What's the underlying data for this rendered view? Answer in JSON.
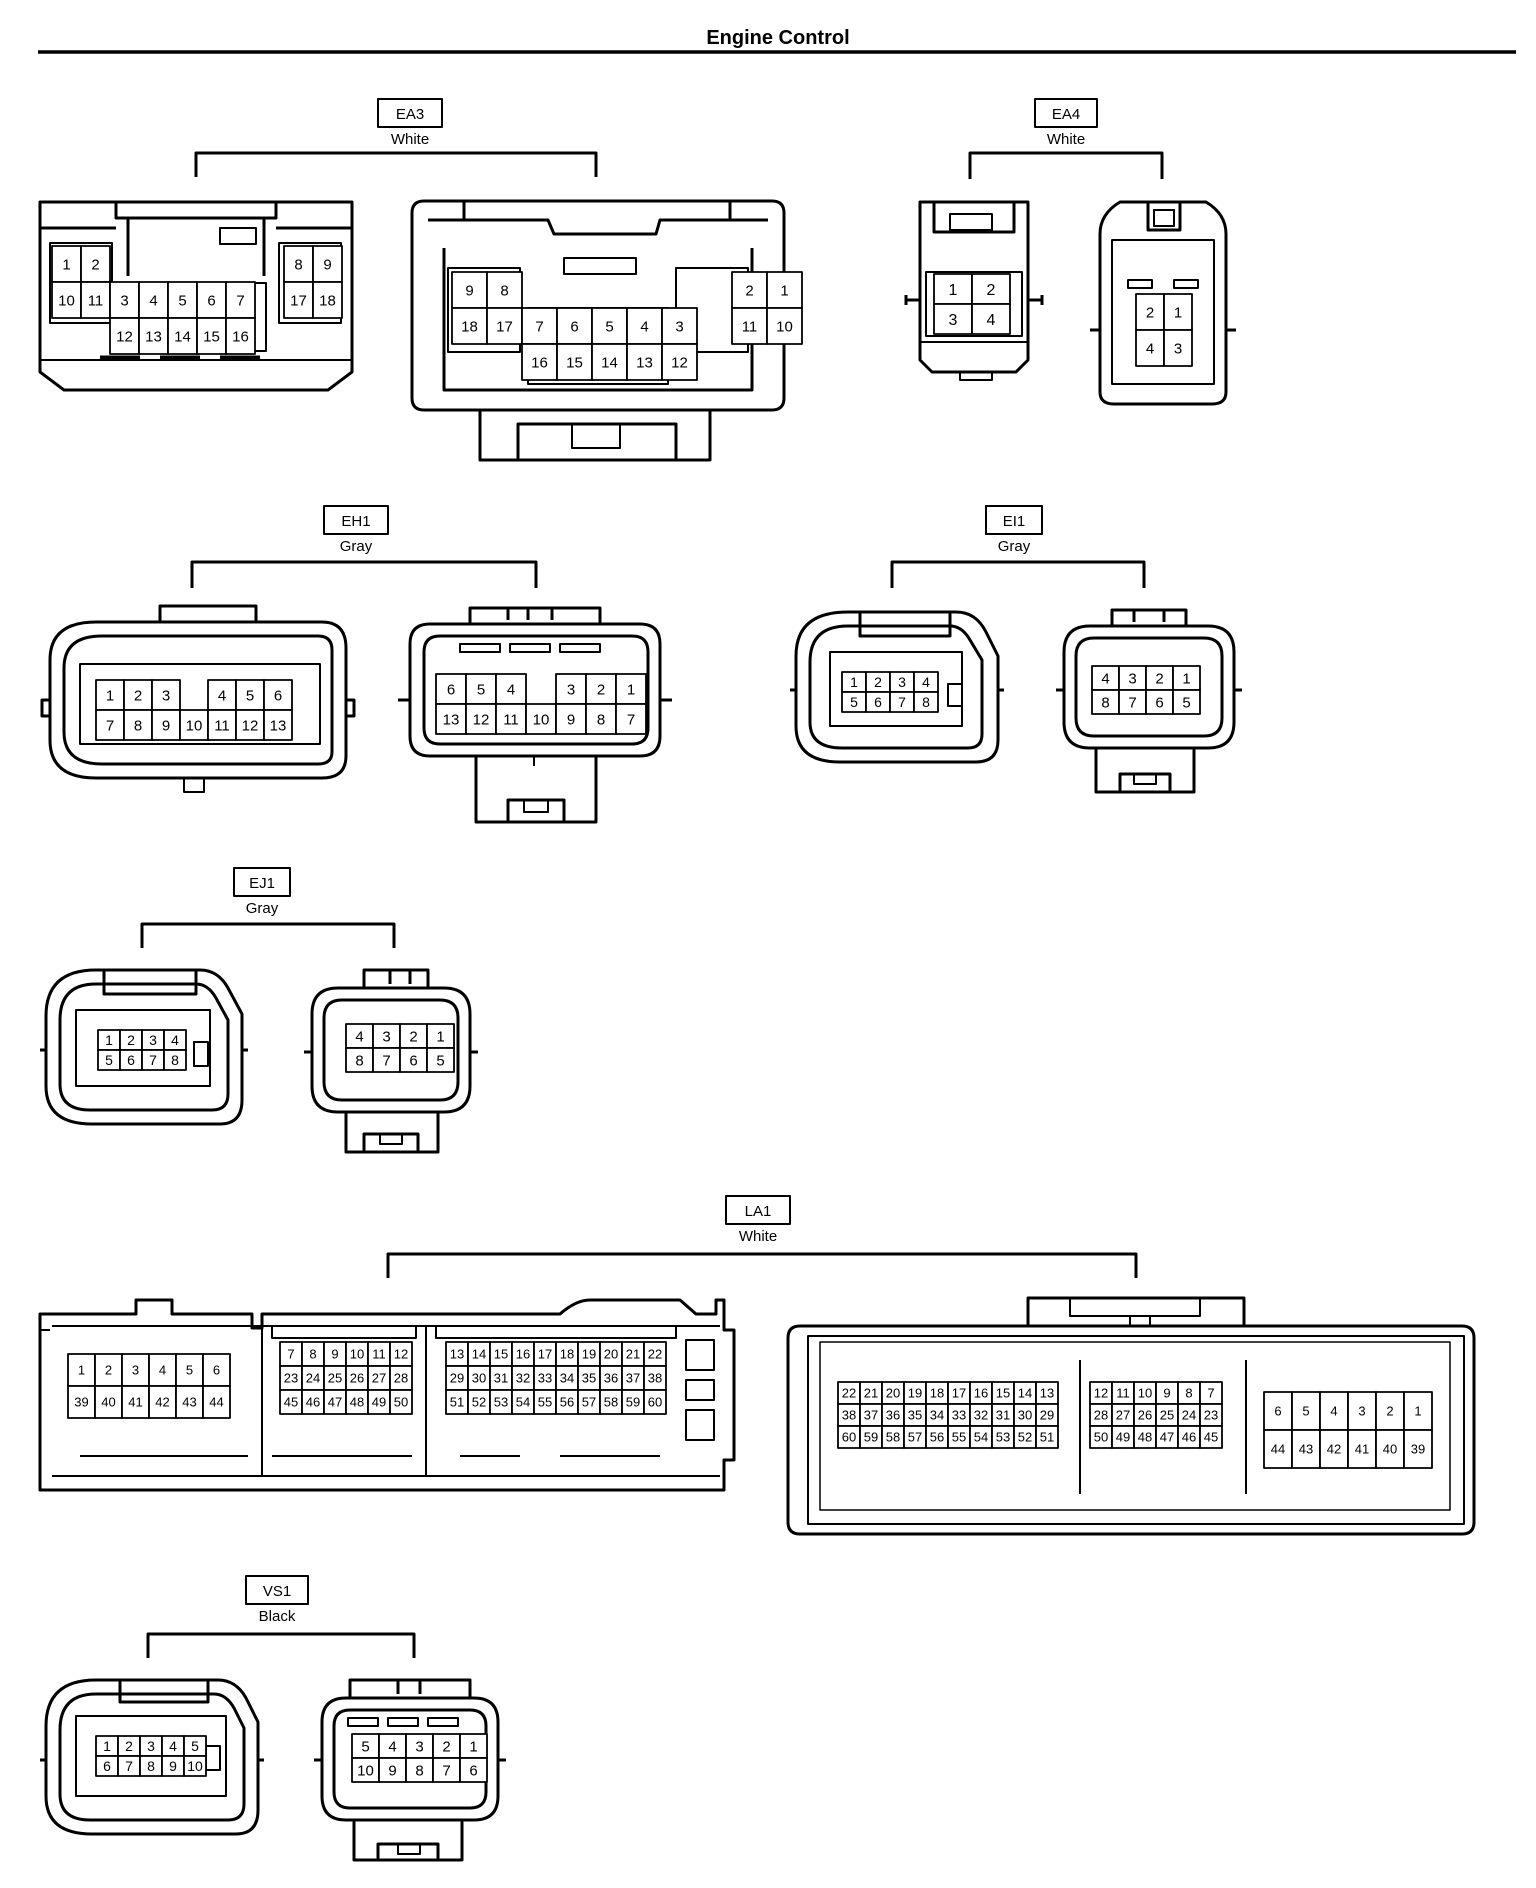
{
  "title": "Engine Control",
  "connectors": [
    {
      "id": "EA3",
      "color": "White",
      "views": [
        {
          "rows": [
            [
              "1",
              "2",
              null,
              null,
              null,
              null,
              null,
              null,
              "8",
              "9"
            ],
            [
              "10",
              "11",
              "3",
              "4",
              "5",
              "6",
              "7",
              null,
              "17",
              "18"
            ],
            [
              null,
              null,
              "12",
              "13",
              "14",
              "15",
              "16",
              null,
              null,
              null
            ]
          ]
        },
        {
          "rows": [
            [
              "9",
              "8",
              null,
              null,
              null,
              null,
              null,
              null,
              "2",
              "1"
            ],
            [
              "18",
              "17",
              "7",
              "6",
              "5",
              "4",
              "3",
              null,
              "11",
              "10"
            ],
            [
              null,
              null,
              "16",
              "15",
              "14",
              "13",
              "12",
              null,
              null,
              null
            ]
          ]
        }
      ]
    },
    {
      "id": "EA4",
      "color": "White",
      "views": [
        {
          "rows": [
            [
              "1",
              "2"
            ],
            [
              "3",
              "4"
            ]
          ]
        },
        {
          "rows": [
            [
              "2",
              "1"
            ],
            [
              "4",
              "3"
            ]
          ]
        }
      ]
    },
    {
      "id": "EH1",
      "color": "Gray",
      "views": [
        {
          "rows": [
            [
              "1",
              "2",
              "3",
              null,
              "4",
              "5",
              "6"
            ],
            [
              "7",
              "8",
              "9",
              "10",
              "11",
              "12",
              "13"
            ]
          ]
        },
        {
          "rows": [
            [
              "6",
              "5",
              "4",
              null,
              "3",
              "2",
              "1"
            ],
            [
              "13",
              "12",
              "11",
              "10",
              "9",
              "8",
              "7"
            ]
          ]
        }
      ]
    },
    {
      "id": "EI1",
      "color": "Gray",
      "views": [
        {
          "rows": [
            [
              "1",
              "2",
              "3",
              "4"
            ],
            [
              "5",
              "6",
              "7",
              "8"
            ]
          ]
        },
        {
          "rows": [
            [
              "4",
              "3",
              "2",
              "1"
            ],
            [
              "8",
              "7",
              "6",
              "5"
            ]
          ]
        }
      ]
    },
    {
      "id": "EJ1",
      "color": "Gray",
      "views": [
        {
          "rows": [
            [
              "1",
              "2",
              "3",
              "4"
            ],
            [
              "5",
              "6",
              "7",
              "8"
            ]
          ]
        },
        {
          "rows": [
            [
              "4",
              "3",
              "2",
              "1"
            ],
            [
              "8",
              "7",
              "6",
              "5"
            ]
          ]
        }
      ]
    },
    {
      "id": "LA1",
      "color": "White",
      "views": [
        {
          "groups": [
            {
              "rows": [
                [
                  "1",
                  "2",
                  "3",
                  "4",
                  "5",
                  "6"
                ],
                [
                  "39",
                  "40",
                  "41",
                  "42",
                  "43",
                  "44"
                ]
              ]
            },
            {
              "rows": [
                [
                  "7",
                  "8",
                  "9",
                  "10",
                  "11",
                  "12"
                ],
                [
                  "23",
                  "24",
                  "25",
                  "26",
                  "27",
                  "28"
                ],
                [
                  "45",
                  "46",
                  "47",
                  "48",
                  "49",
                  "50"
                ]
              ]
            },
            {
              "rows": [
                [
                  "13",
                  "14",
                  "15",
                  "16",
                  "17",
                  "18",
                  "19",
                  "20",
                  "21",
                  "22"
                ],
                [
                  "29",
                  "30",
                  "31",
                  "32",
                  "33",
                  "34",
                  "35",
                  "36",
                  "37",
                  "38"
                ],
                [
                  "51",
                  "52",
                  "53",
                  "54",
                  "55",
                  "56",
                  "57",
                  "58",
                  "59",
                  "60"
                ]
              ]
            }
          ]
        },
        {
          "groups": [
            {
              "rows": [
                [
                  "22",
                  "21",
                  "20",
                  "19",
                  "18",
                  "17",
                  "16",
                  "15",
                  "14",
                  "13"
                ],
                [
                  "38",
                  "37",
                  "36",
                  "35",
                  "34",
                  "33",
                  "32",
                  "31",
                  "30",
                  "29"
                ],
                [
                  "60",
                  "59",
                  "58",
                  "57",
                  "56",
                  "55",
                  "54",
                  "53",
                  "52",
                  "51"
                ]
              ]
            },
            {
              "rows": [
                [
                  "12",
                  "11",
                  "10",
                  "9",
                  "8",
                  "7"
                ],
                [
                  "28",
                  "27",
                  "26",
                  "25",
                  "24",
                  "23"
                ],
                [
                  "50",
                  "49",
                  "48",
                  "47",
                  "46",
                  "45"
                ]
              ]
            },
            {
              "rows": [
                [
                  "6",
                  "5",
                  "4",
                  "3",
                  "2",
                  "1"
                ],
                [
                  "44",
                  "43",
                  "42",
                  "41",
                  "40",
                  "39"
                ]
              ]
            }
          ]
        }
      ]
    },
    {
      "id": "VS1",
      "color": "Black",
      "views": [
        {
          "rows": [
            [
              "1",
              "2",
              "3",
              "4",
              "5"
            ],
            [
              "6",
              "7",
              "8",
              "9",
              "10"
            ]
          ]
        },
        {
          "rows": [
            [
              "5",
              "4",
              "3",
              "2",
              "1"
            ],
            [
              "10",
              "9",
              "8",
              "7",
              "6"
            ]
          ]
        }
      ]
    }
  ]
}
